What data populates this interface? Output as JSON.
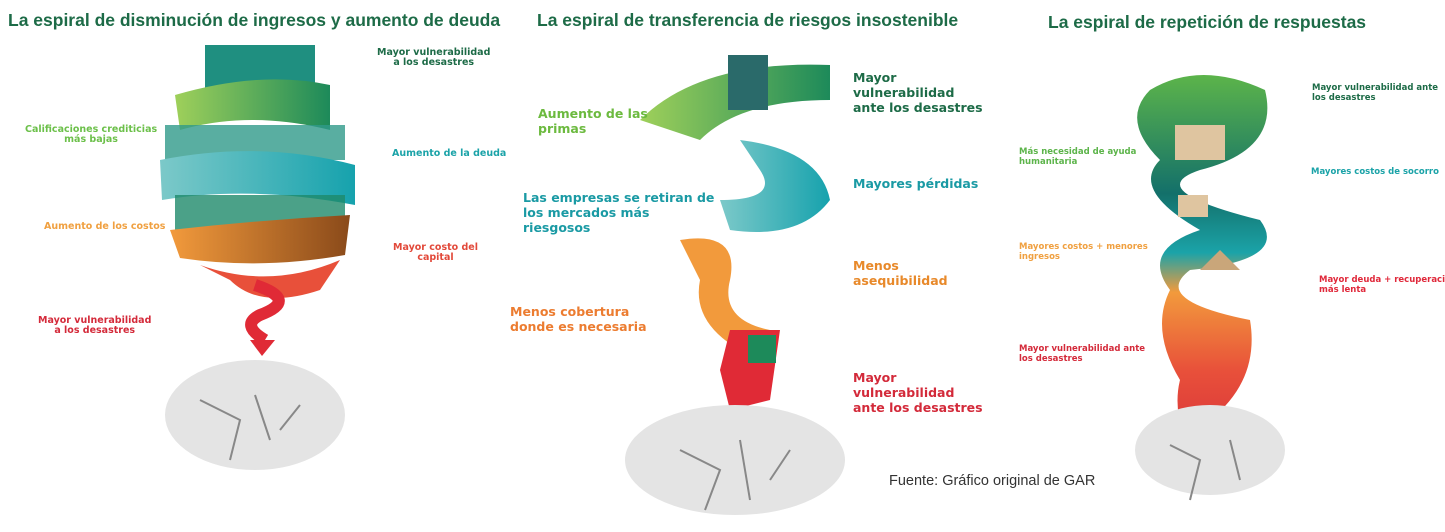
{
  "panels": [
    {
      "title": "La espiral de disminución de ingresos y aumento de deuda",
      "labels": [
        {
          "lines": [
            "Mayor vulnerabilidad",
            "a los desastres"
          ],
          "color": "#1d6b47"
        },
        {
          "lines": [
            "Calificaciones crediticias",
            "más bajas"
          ],
          "color": "#6cc04a"
        },
        {
          "lines": [
            "Aumento de la deuda"
          ],
          "color": "#1ba3a8"
        },
        {
          "lines": [
            "Aumento de los costos"
          ],
          "color": "#f0a040"
        },
        {
          "lines": [
            "Mayor costo del",
            "capital"
          ],
          "color": "#e2493a"
        },
        {
          "lines": [
            "Mayor vulnerabilidad",
            "a los desastres"
          ],
          "color": "#d42a3a"
        }
      ]
    },
    {
      "title": "La espiral de transferencia de riesgos insostenible",
      "labels": [
        {
          "lines": [
            "Mayor",
            "vulnerabilidad",
            "ante los desastres"
          ],
          "color": "#1d6b47"
        },
        {
          "lines": [
            "Aumento de las",
            "primas"
          ],
          "color": "#6cba3f"
        },
        {
          "lines": [
            "Mayores pérdidas"
          ],
          "color": "#1a9aa4"
        },
        {
          "lines": [
            "Las empresas se retiran de",
            "los mercados más",
            "riesgosos"
          ],
          "color": "#1a9aa4"
        },
        {
          "lines": [
            "Menos",
            "asequibilidad"
          ],
          "color": "#e8892a"
        },
        {
          "lines": [
            "Menos cobertura",
            "donde es necesaria"
          ],
          "color": "#ec7c30"
        },
        {
          "lines": [
            "Mayor",
            "vulnerabilidad",
            "ante los desastres"
          ],
          "color": "#d32a3a"
        }
      ]
    },
    {
      "title": "La espiral de repetición de respuestas",
      "labels": [
        {
          "lines": [
            "Mayor vulnerabilidad ante",
            "los desastres"
          ],
          "color": "#1d6b47"
        },
        {
          "lines": [
            "Más necesidad de ayuda",
            "humanitaria"
          ],
          "color": "#5cb44a"
        },
        {
          "lines": [
            "Mayores costos de socorro"
          ],
          "color": "#1ba3a8"
        },
        {
          "lines": [
            "Mayores costos + menores",
            "ingresos"
          ],
          "color": "#f0a040"
        },
        {
          "lines": [
            "Mayor deuda + recuperació",
            "más lenta"
          ],
          "color": "#e0283a"
        },
        {
          "lines": [
            "Mayor vulnerabilidad ante",
            "los desastres"
          ],
          "color": "#d42a3a"
        }
      ]
    }
  ],
  "source": "Fuente: Gráfico original de GAR",
  "colors": {
    "green_dark": "#1d6b47",
    "green": "#7cc04a",
    "teal": "#1ba3a8",
    "orange": "#f29a3c",
    "red": "#e02a36",
    "ground": "#d8d8d8"
  }
}
